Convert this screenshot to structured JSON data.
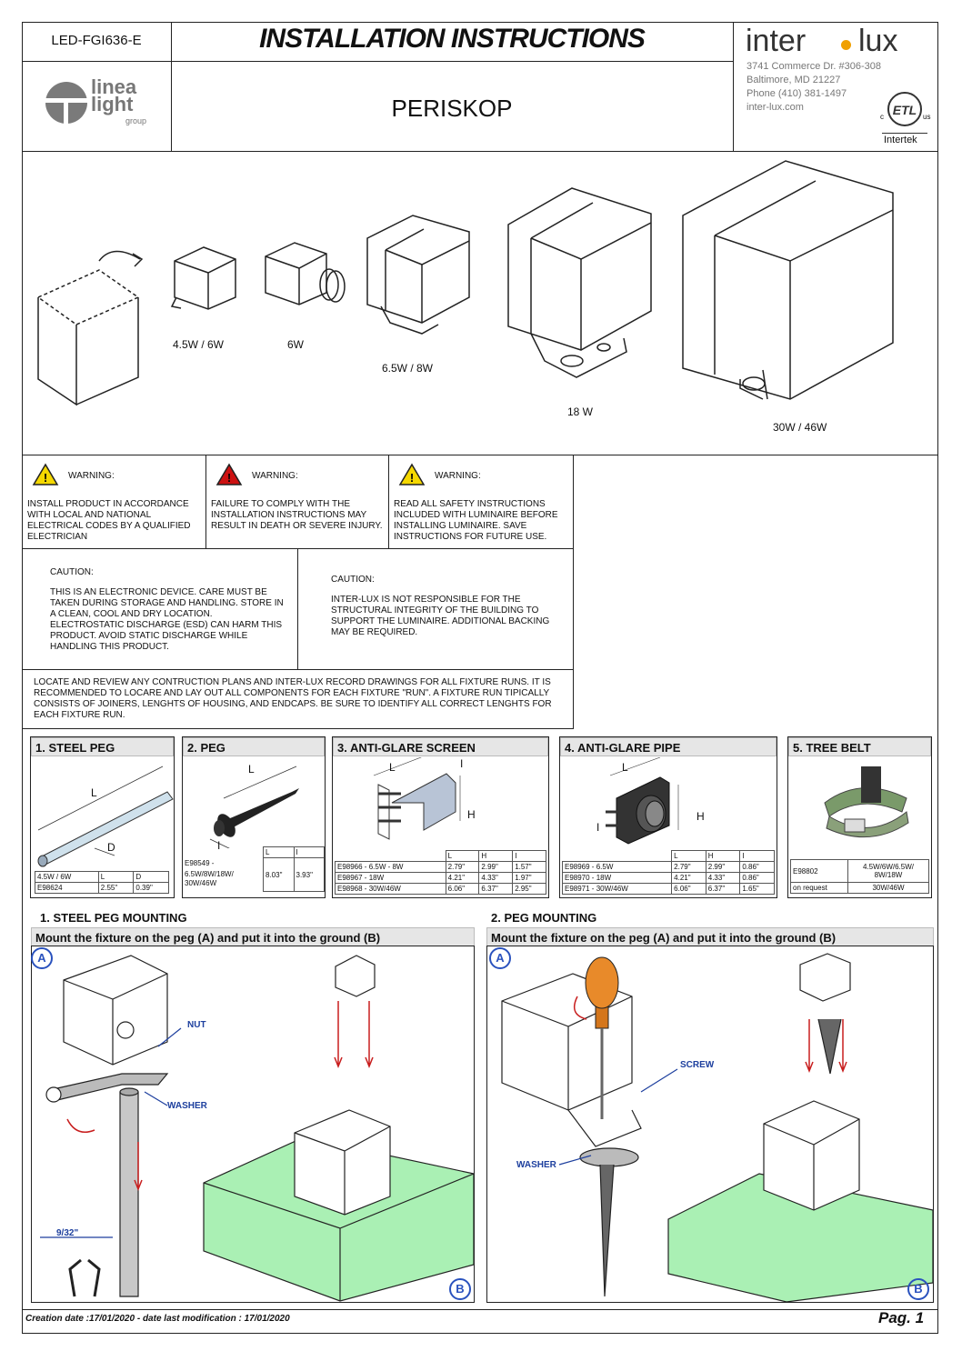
{
  "header": {
    "code": "LED-FGI636-E",
    "title": "INSTALLATION INSTRUCTIONS",
    "product": "PERISKOP",
    "linea_logo": {
      "line1": "linea",
      "line2": "light",
      "line3": "group"
    },
    "interlux": {
      "brand_left": "inter",
      "brand_right": "lux",
      "address1": "3741 Commerce Dr. #306-308",
      "address2": "Baltimore, MD 21227",
      "phone": "Phone (410) 381-1497",
      "web": "inter-lux.com"
    },
    "cert": {
      "left": "c",
      "right": "us",
      "name": "Intertek",
      "mark": "ETL"
    }
  },
  "products": {
    "p1": "4.5W / 6W",
    "p2": "6W",
    "p3": "6.5W / 8W",
    "p4": "18 W",
    "p5": "30W / 46W"
  },
  "warnings": [
    {
      "title": "WARNING:",
      "text": "INSTALL PRODUCT IN ACCORDANCE WITH LOCAL AND NATIONAL ELECTRICAL CODES BY A QUALIFIED ELECTRICIAN"
    },
    {
      "title": "WARNING:",
      "text": "FAILURE TO COMPLY WITH THE INSTALLATION INSTRUCTIONS MAY RESULT IN DEATH OR SEVERE INJURY."
    },
    {
      "title": "WARNING:",
      "text": "READ ALL SAFETY INSTRUCTIONS INCLUDED WITH LUMINAIRE BEFORE INSTALLING LUMINAIRE. SAVE INSTRUCTIONS FOR FUTURE USE."
    }
  ],
  "cautions": [
    {
      "title": "CAUTION:",
      "text": "THIS IS AN ELECTRONIC DEVICE. CARE MUST BE TAKEN DURING STORAGE AND HANDLING. STORE IN A CLEAN, COOL AND DRY LOCATION. ELECTROSTATIC DISCHARGE (ESD) CAN HARM THIS PRODUCT. AVOID STATIC DISCHARGE WHILE HANDLING THIS PRODUCT."
    },
    {
      "title": "CAUTION:",
      "text": "INTER-LUX IS NOT RESPONSIBLE FOR THE STRUCTURAL INTEGRITY OF THE BUILDING TO SUPPORT THE LUMINAIRE. ADDITIONAL BACKING MAY BE REQUIRED."
    }
  ],
  "locate_note": "LOCATE AND REVIEW ANY CONTRUCTION PLANS AND INTER-LUX RECORD DRAWINGS FOR ALL FIXTURE RUNS. IT IS RECOMMENDED TO LOCARE AND LAY OUT ALL COMPONENTS FOR EACH FIXTURE \"RUN\". A FIXTURE RUN TIPICALLY CONSISTS OF JOINERS, LENGHTS OF HOUSING, AND ENDCAPS. BE SURE TO IDENTIFY ALL CORRECT LENGHTS FOR EACH FIXTURE RUN.",
  "accessories": {
    "steel_peg": {
      "title": "1. STEEL PEG",
      "dim_l": "L",
      "dim_d": "D",
      "headers": [
        "4.5W / 6W",
        "L",
        "D"
      ],
      "row": [
        "E98624",
        "2.55\"",
        "0.39\""
      ]
    },
    "peg": {
      "title": "2. PEG",
      "dim_l": "L",
      "dim_i": "I",
      "headers": [
        "L",
        "I"
      ],
      "code": "E98549 -",
      "desc": "6.5W/8W/18W/ 30W/46W",
      "values": [
        "8.03\"",
        "3.93\""
      ]
    },
    "anti_glare_screen": {
      "title": "3. ANTI-GLARE SCREEN",
      "dim_l": "L",
      "dim_h": "H",
      "dim_i": "I",
      "headers": [
        "L",
        "H",
        "I"
      ],
      "rows": [
        [
          "E98966 - 6.5W - 8W",
          "2.79\"",
          "2.99\"",
          "1.57\""
        ],
        [
          "E98967 - 18W",
          "4.21\"",
          "4.33\"",
          "1.97\""
        ],
        [
          "E98968 - 30W/46W",
          "6.06\"",
          "6.37\"",
          "2.95\""
        ]
      ]
    },
    "anti_glare_pipe": {
      "title": "4. ANTI-GLARE PIPE",
      "dim_l": "L",
      "dim_h": "H",
      "dim_i": "I",
      "headers": [
        "L",
        "H",
        "I"
      ],
      "rows": [
        [
          "E98969 - 6.5W",
          "2.79\"",
          "2.99\"",
          "0.86\""
        ],
        [
          "E98970 - 18W",
          "4.21\"",
          "4.33\"",
          "0.86\""
        ],
        [
          "E98971 - 30W/46W",
          "6.06\"",
          "6.37\"",
          "1.65\""
        ]
      ]
    },
    "tree_belt": {
      "title": "5. TREE BELT",
      "rows": [
        [
          "E98802",
          "4.5W/6W/6.5W/ 8W/18W"
        ],
        [
          "on request",
          "30W/46W"
        ]
      ]
    }
  },
  "mounting": {
    "steel": {
      "title": "1. STEEL PEG MOUNTING",
      "subtitle": "Mount the fixture on the peg (A) and put it into the ground (B)",
      "label_a": "A",
      "label_b": "B",
      "nut": "NUT",
      "washer": "WASHER",
      "wrench": "9/32\""
    },
    "peg": {
      "title": "2. PEG MOUNTING",
      "subtitle": "Mount the fixture on the peg (A) and put it into the ground (B)",
      "label_a": "A",
      "label_b": "B",
      "screw": "SCREW",
      "washer": "WASHER"
    }
  },
  "footer": {
    "dates": "Creation date :17/01/2020 - date last modification : 17/01/2020",
    "page": "Pag. 1"
  }
}
